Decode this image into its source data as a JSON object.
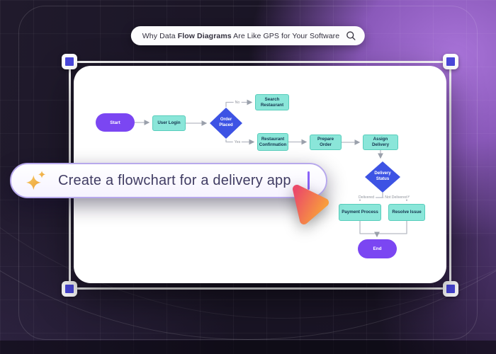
{
  "search_bar": {
    "text_regular_1": "Why Data ",
    "text_bold": "Flow Diagrams",
    "text_regular_2": " Are Like GPS for Your Software"
  },
  "prompt_bar": {
    "text": "Create a flowchart for a delivery app"
  },
  "flowchart": {
    "nodes": [
      {
        "id": "start",
        "type": "terminal",
        "label": "Start"
      },
      {
        "id": "user-login",
        "type": "process",
        "label": "User Login"
      },
      {
        "id": "order-placed",
        "type": "decision",
        "label": "Order Placed"
      },
      {
        "id": "search-restaurant",
        "type": "process",
        "label": "Search Restaurant"
      },
      {
        "id": "restaurant-confirmation",
        "type": "process",
        "label": "Restaurant Confirmation"
      },
      {
        "id": "prepare-order",
        "type": "process",
        "label": "Prepare Order"
      },
      {
        "id": "assign-delivery",
        "type": "process",
        "label": "Assign Delivery"
      },
      {
        "id": "delivery-status",
        "type": "decision",
        "label": "Delivery Status"
      },
      {
        "id": "payment-process",
        "type": "process",
        "label": "Payment Process"
      },
      {
        "id": "resolve-issue",
        "type": "process",
        "label": "Resolve Issue"
      },
      {
        "id": "end",
        "type": "terminal",
        "label": "End"
      }
    ],
    "edges": [
      {
        "from": "start",
        "to": "user-login"
      },
      {
        "from": "user-login",
        "to": "order-placed"
      },
      {
        "from": "order-placed",
        "to": "search-restaurant",
        "label": "No"
      },
      {
        "from": "order-placed",
        "to": "restaurant-confirmation",
        "label": "Yes"
      },
      {
        "from": "restaurant-confirmation",
        "to": "prepare-order"
      },
      {
        "from": "prepare-order",
        "to": "assign-delivery"
      },
      {
        "from": "assign-delivery",
        "to": "delivery-status"
      },
      {
        "from": "delivery-status",
        "to": "payment-process",
        "label": "Delivered"
      },
      {
        "from": "delivery-status",
        "to": "resolve-issue",
        "label": "Not Delivered"
      },
      {
        "from": "payment-process",
        "to": "end"
      },
      {
        "from": "resolve-issue",
        "to": "end"
      }
    ],
    "edge_labels": {
      "no": "No",
      "yes": "Yes",
      "delivered": "Delivered",
      "not_delivered": "Not Delivered"
    }
  },
  "colors": {
    "process_fill": "#8ae6d9",
    "process_border": "#57cdbb",
    "terminal_fill": "#7b46f2",
    "decision_fill": "#3d53e4",
    "handle_fill": "#4b48dd",
    "prompt_border": "#b7a8ec",
    "pointer_gradient_start": "#eb4a68",
    "pointer_gradient_end": "#f89d3c",
    "background_purple": "#8a59ba"
  }
}
